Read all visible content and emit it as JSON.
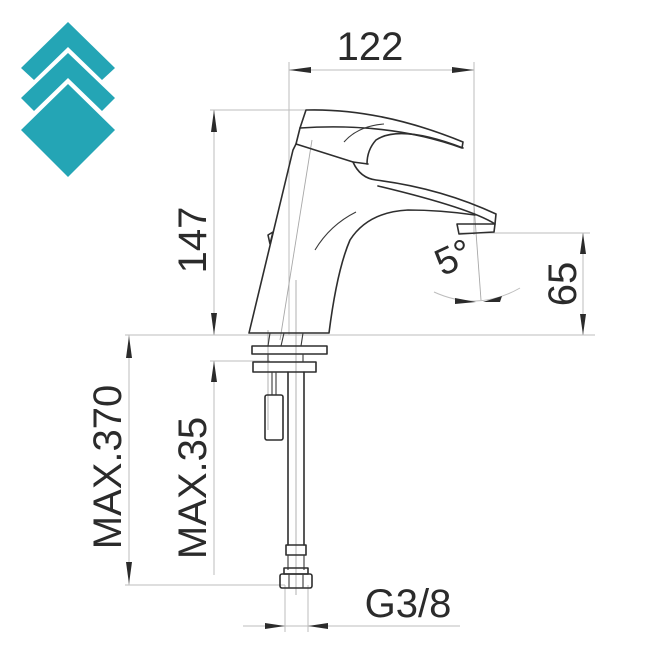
{
  "logo": {
    "name": "chevron-diamond-logo",
    "color": "#24a5b5"
  },
  "drawing": {
    "subject": "single-lever basin mixer faucet",
    "line_color": "#2e2e2e",
    "dimension_line_color": "#bdbdbd",
    "text_color": "#2b2b2b",
    "dimensions": {
      "width": "122",
      "height": "147",
      "spout_height": "65",
      "spout_angle": "5°",
      "max_hose_length": "MAX.370",
      "max_deck_thickness": "MAX.35",
      "connection_thread": "G3/8"
    }
  }
}
